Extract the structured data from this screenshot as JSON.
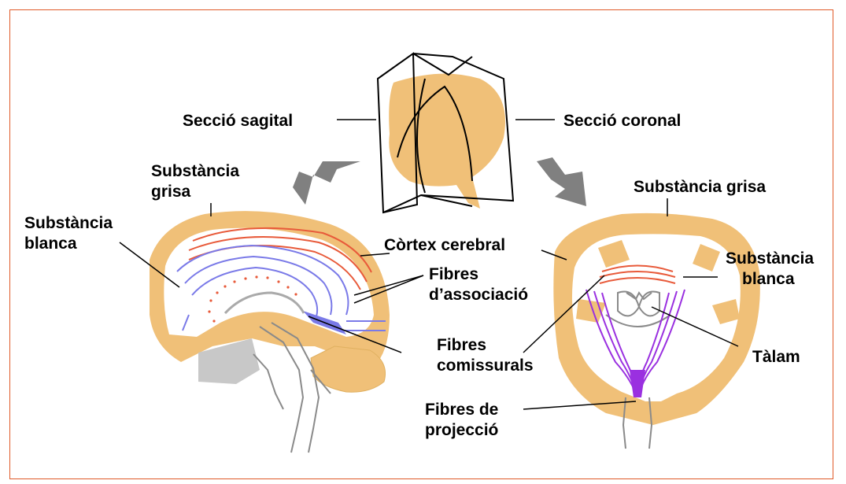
{
  "labels": {
    "seccio_sagital": "Secció sagital",
    "seccio_coronal": "Secció coronal",
    "sagital_grisa_1": "Substància",
    "sagital_grisa_2": "grisa",
    "sagital_blanca_1": "Substància",
    "sagital_blanca_2": "blanca",
    "cortex": "Còrtex cerebral",
    "fibres_assoc_1": "Fibres",
    "fibres_assoc_2": "d’associació",
    "fibres_comis_1": "Fibres",
    "fibres_comis_2": "comissurals",
    "fibres_proj_1": "Fibres de",
    "fibres_proj_2": "projecció",
    "coronal_grisa": "Substància grisa",
    "coronal_blanca_1": "Substància",
    "coronal_blanca_2": "blanca",
    "talam": "Tàlam"
  },
  "colors": {
    "border": "#e05a28",
    "grey_matter": "#f0c078",
    "white_matter": "#ffffff",
    "association_fibres": "#7a7ae8",
    "commissural_fibres": "#e85a3a",
    "projection_fibres": "#9a30e0",
    "brainstem": "#8a8a8a",
    "arrows": "#808080"
  }
}
